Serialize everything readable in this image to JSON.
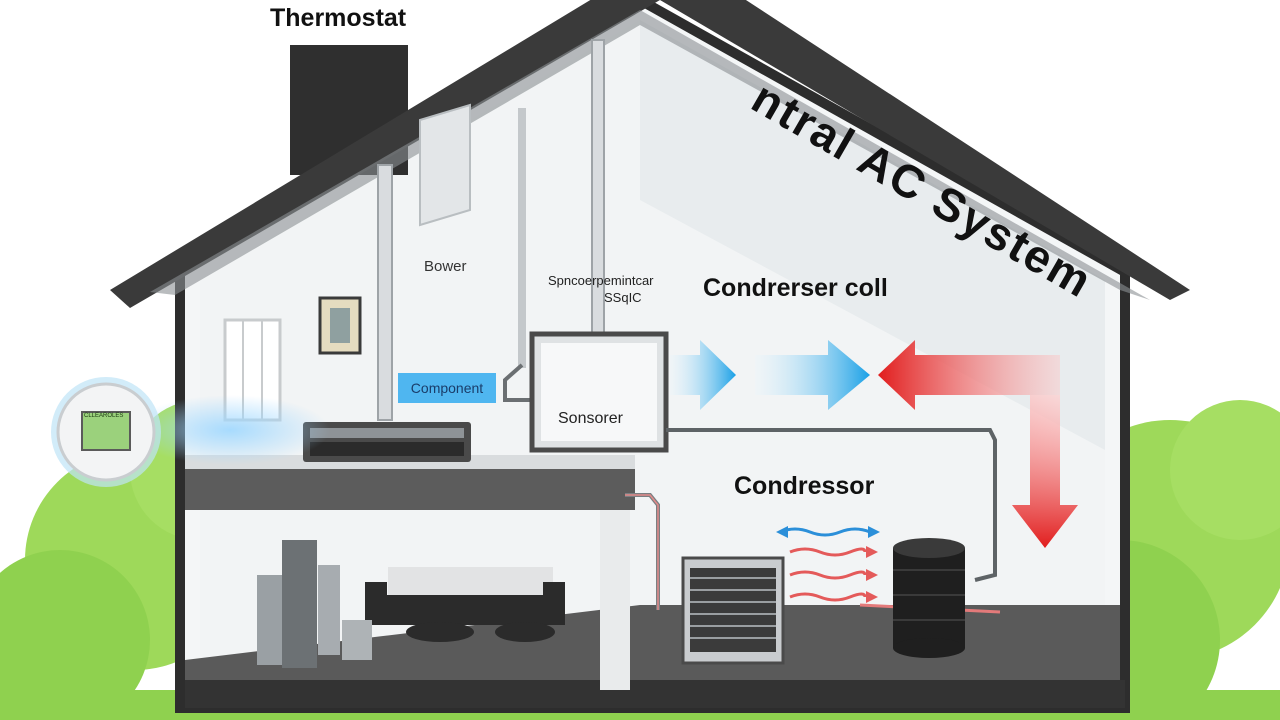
{
  "labels": {
    "thermostat": "Thermostat",
    "title_curved": "ntral AC System",
    "blower": "Bower",
    "sensor_block_line1": "Spncoerpemintcar",
    "sensor_block_line2": "SSqIC",
    "condenser_coil": "Condrerser coll",
    "component": "Component",
    "sensor_box": "Sonsorer",
    "compressor": "Condressor"
  },
  "thermostat_display": "CLLEAROLES",
  "colors": {
    "roof": "#3a3a3a",
    "cool_arrow": "#1aa3e8",
    "hot_arrow": "#e11d1d",
    "lawn": "#8fd14f",
    "floor": "#5a5a5a"
  }
}
